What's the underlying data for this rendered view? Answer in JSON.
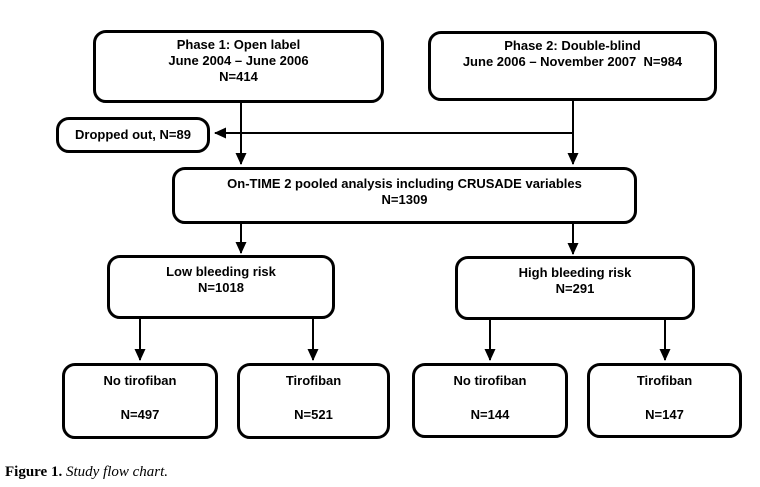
{
  "diagram": {
    "nodes": {
      "phase1": {
        "lines": [
          "Phase 1: Open label",
          "June 2004 – June 2006",
          "N=414"
        ]
      },
      "phase2": {
        "lines": [
          "Phase 2: Double-blind",
          "June 2006 – November 2007  N=984"
        ]
      },
      "dropped_out": {
        "lines": [
          "Dropped out, N=89"
        ]
      },
      "pooled": {
        "lines": [
          "On-TIME 2 pooled analysis including CRUSADE variables",
          "N=1309"
        ]
      },
      "low_risk": {
        "lines": [
          "Low bleeding risk",
          "N=1018"
        ]
      },
      "high_risk": {
        "lines": [
          "High bleeding risk",
          "N=291"
        ]
      },
      "low_no_tirofiban": {
        "title": "No tirofiban",
        "n": "N=497"
      },
      "low_tirofiban": {
        "title": "Tirofiban",
        "n": "N=521"
      },
      "high_no_tirofiban": {
        "title": "No tirofiban",
        "n": "N=144"
      },
      "high_tirofiban": {
        "title": "Tirofiban",
        "n": "N=147"
      }
    },
    "caption": {
      "label": "Figure 1.",
      "text": "Study flow chart."
    },
    "colors": {
      "line": "#000000",
      "box_border": "#000000",
      "box_fill": "#ffffff",
      "background": "#ffffff",
      "text": "#000000"
    }
  }
}
